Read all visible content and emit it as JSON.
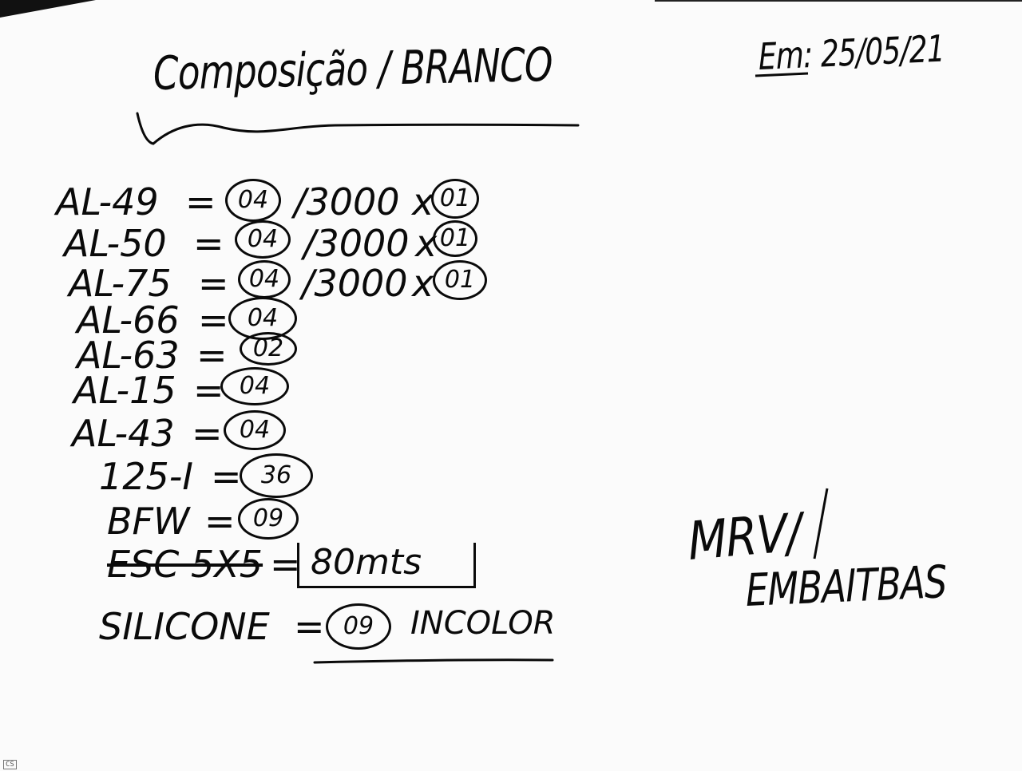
{
  "header": {
    "title": "Composição / BRANCO",
    "date": "Em: 25/05/21"
  },
  "items": [
    {
      "code": "AL-49",
      "qty": "04",
      "length": "/3000",
      "mult": "01"
    },
    {
      "code": "AL-50",
      "qty": "04",
      "length": "/3000",
      "mult": "01"
    },
    {
      "code": "AL-75",
      "qty": "04",
      "length": "/3000",
      "mult": "01"
    },
    {
      "code": "AL-66",
      "qty": "04"
    },
    {
      "code": "AL-63",
      "qty": "02"
    },
    {
      "code": "AL-15",
      "qty": "04"
    },
    {
      "code": "AL-43",
      "qty": "04"
    },
    {
      "code": "125-I",
      "qty": "36"
    },
    {
      "code": "BFW",
      "qty": "09"
    },
    {
      "code": "ESC 5X5",
      "qty": "80mts"
    },
    {
      "code": "SILICONE",
      "qty": "09",
      "note": "INCOLOR"
    }
  ],
  "symbols": {
    "equals": "=",
    "times": "x"
  },
  "client": {
    "name": "MRV/",
    "location": "EMBAITBAS"
  },
  "footer": {
    "logo_text": "CS"
  }
}
